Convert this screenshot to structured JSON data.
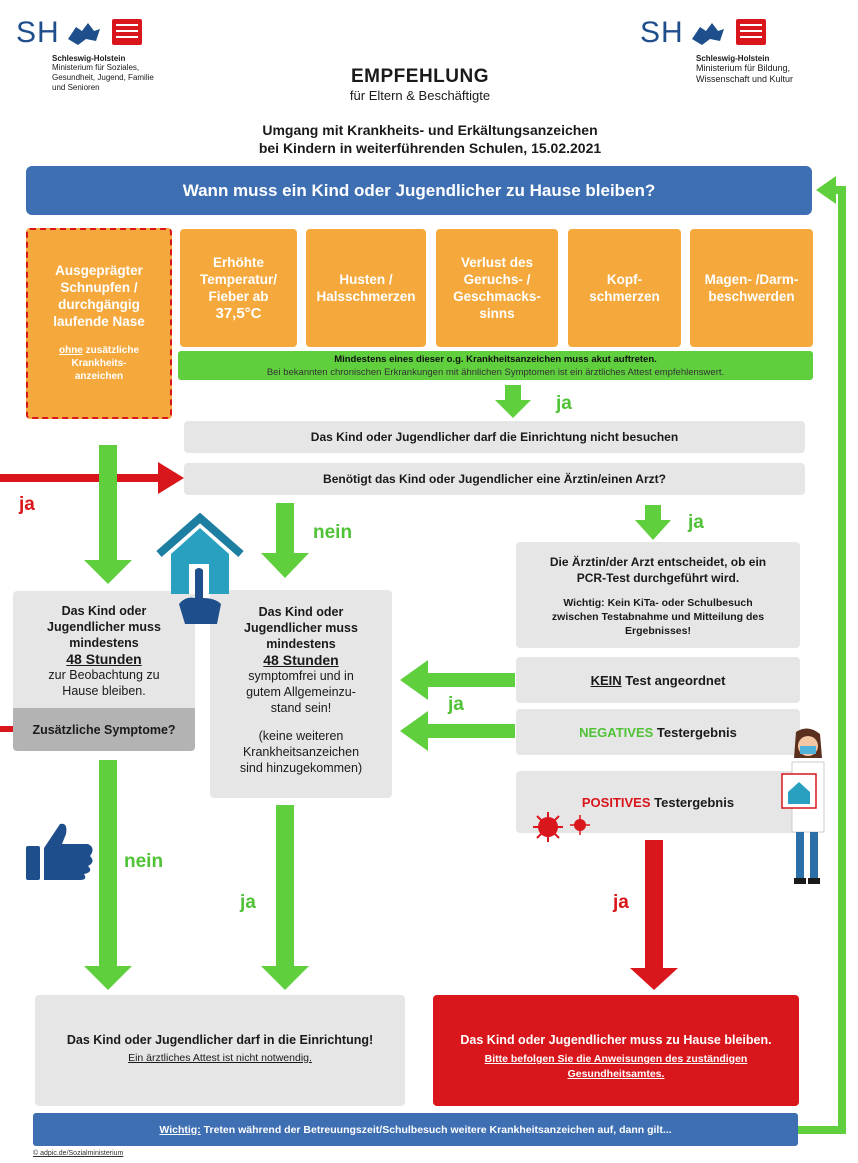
{
  "logo_left": {
    "sh": "SH",
    "name": "Schleswig-Holstein",
    "sub1": "Ministerium für Soziales,",
    "sub2": "Gesundheit, Jugend, Familie",
    "sub3": "und Senioren"
  },
  "logo_right": {
    "sh": "SH",
    "name": "Schleswig-Holstein",
    "sub1": "Ministerium für Bildung,",
    "sub2": "Wissenschaft und Kultur"
  },
  "title": {
    "main": "EMPFEHLUNG",
    "sub": "für Eltern & Beschäftigte"
  },
  "subtitle": {
    "line1": "Umgang mit Krankheits- und Erkältungsanzeichen",
    "line2": "bei Kindern in weiterführenden Schulen, 15.02.2021"
  },
  "banner": "Wann muss ein Kind oder Jugendlicher zu Hause bleiben?",
  "cold_box": {
    "l1": "Ausgeprägter",
    "l2": "Schnupfen /",
    "l3": "durchgängig",
    "l4": "laufende Nase",
    "n1": "ohne",
    "n2": " zusätzliche",
    "n3": "Krankheits-",
    "n4": "anzeichen"
  },
  "symptoms": {
    "fever": [
      "Erhöhte",
      "Temperatur/",
      "Fieber ab",
      "37,5°C"
    ],
    "cough": [
      "Husten /",
      "Halsschmerzen"
    ],
    "smell": [
      "Verlust des",
      "Geruchs- /",
      "Geschmacks-",
      "sinns"
    ],
    "head": [
      "Kopf-",
      "schmerzen"
    ],
    "stomach": [
      "Magen- /Darm-",
      "beschwerden"
    ]
  },
  "green_bar": {
    "line1": "Mindestens eines dieser o.g. Krankheitsanzeichen muss akut auftreten.",
    "line2": "Bei bekannten chronischen Erkrankungen mit ähnlichen Symptomen ist ein ärztliches Attest empfehlenswert."
  },
  "labels": {
    "ja": "ja",
    "nein": "nein"
  },
  "no_visit": "Das Kind oder Jugendlicher darf die Einrichtung nicht besuchen",
  "doctor_q": "Benötigt das Kind oder Jugendlicher eine Ärztin/einen Arzt?",
  "doctor_box": {
    "l1": "Die Ärztin/der Arzt entscheidet, ob ein",
    "l2": "PCR-Test durchgeführt wird.",
    "w1": "Wichtig: Kein KiTa- oder Schulbesuch",
    "w2": "zwischen Testabnahme und Mitteilung des",
    "w3": "Ergebnisses!"
  },
  "results": {
    "kein": "KEIN",
    "kein_rest": " Test angeordnet",
    "neg": "NEGATIVES",
    "neg_rest": " Testergebnis",
    "pos": "POSITIVES",
    "pos_rest": " Testergebnis"
  },
  "observe_box": {
    "l1": "Das Kind oder",
    "l2": "Jugendlicher muss",
    "l3": "mindestens",
    "hours": "48 Stunden",
    "l4": "zur Beobachtung zu",
    "l5": "Hause bleiben.",
    "extra": "Zusätzliche Symptome?"
  },
  "symptomfree_box": {
    "l1": "Das Kind oder",
    "l2": "Jugendlicher muss",
    "l3": "mindestens",
    "hours": "48 Stunden",
    "l4": "symptomfrei und in",
    "l5": "gutem Allgemeinzu-",
    "l6": "stand sein!",
    "p1": "(keine weiteren",
    "p2": "Krankheitsanzeichen",
    "p3": "sind hinzugekommen)"
  },
  "result_ok": {
    "l1": "Das Kind oder Jugendlicher darf in die Einrichtung!",
    "l2": "Ein ärztliches Attest ist nicht notwendig."
  },
  "result_home": {
    "l1": "Das Kind oder Jugendlicher muss zu Hause bleiben.",
    "l2": "Bitte befolgen Sie die Anweisungen des zuständigen",
    "l3": "Gesundheitsamtes."
  },
  "bottom": {
    "wichtig": "Wichtig:",
    "rest": " Treten während der Betreuungszeit/Schulbesuch weitere Krankheitsanzeichen auf, dann gilt..."
  },
  "footer": "© adpic.de/Sozialministerium",
  "colors": {
    "blue": "#3e6fb3",
    "orange": "#f5a93d",
    "green": "#5fcf3e",
    "red": "#d9161c",
    "grey": "#e6e6e6"
  }
}
